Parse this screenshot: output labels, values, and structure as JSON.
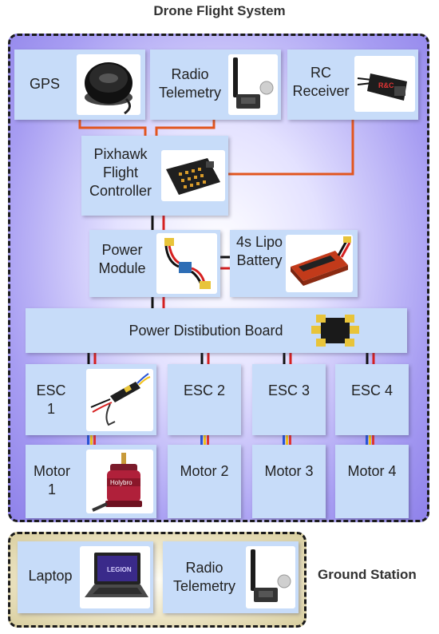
{
  "title": "Drone Flight System",
  "ground_station_label": "Ground Station",
  "components": {
    "gps": "GPS",
    "radio_telemetry": "Radio Telemetry",
    "rc_receiver": "RC Receiver",
    "flight_controller": "Pixhawk Flight Controller",
    "power_module": "Power Module",
    "battery": "4s Lipo Battery",
    "pdb": "Power Distibution Board",
    "esc": [
      "ESC 1",
      "ESC 2",
      "ESC 3",
      "ESC 4"
    ],
    "motor": [
      "Motor 1",
      "Motor 2",
      "Motor 3",
      "Motor 4"
    ],
    "laptop": "Laptop",
    "ground_radio": "Radio Telemetry"
  },
  "image_text": {
    "rc_receiver_brand": "R&C",
    "motor_brand": "Holybro",
    "laptop_screen": "LEGION"
  },
  "colors": {
    "box": "#c7dcf9",
    "signal_wire": "#e2551e",
    "power_positive": "#d62020",
    "power_negative": "#111111",
    "drone_frame_gradient": "#8f82ea",
    "ground_frame_gradient": "#d9cfa0"
  }
}
